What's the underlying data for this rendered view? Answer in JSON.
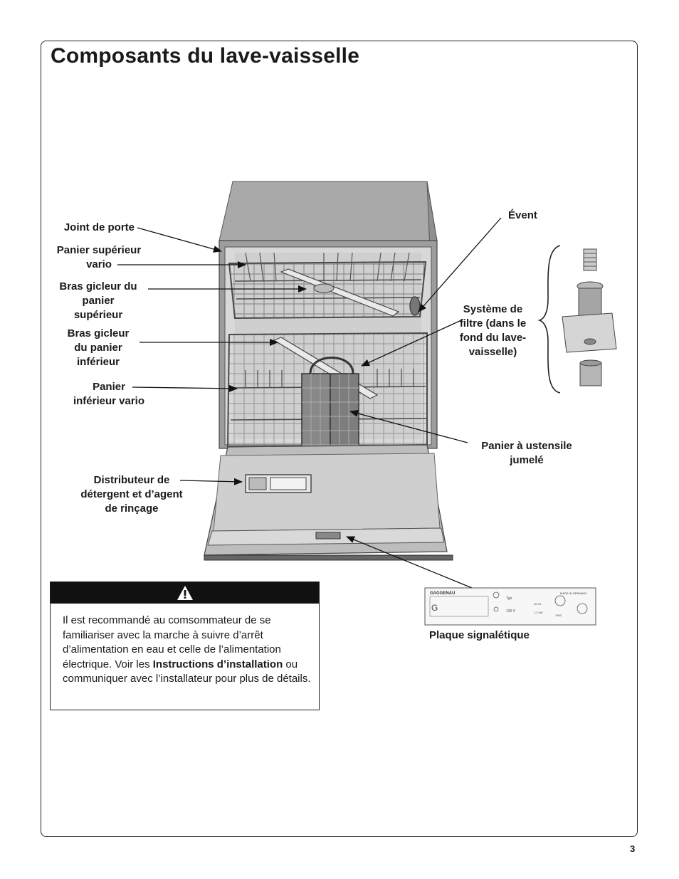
{
  "page": {
    "title": "Composants du lave-vaisselle",
    "page_number": "3"
  },
  "labels": {
    "joint_porte": "Joint de porte",
    "panier_superieur": "Panier  supérieur\nvario",
    "bras_superieur": "Bras gicleur du\npanier\nsupérieur",
    "bras_inferieur": "Bras gicleur\ndu panier\ninférieur",
    "panier_inferieur": "Panier\ninférieur  vario",
    "distributeur": "Distributeur  de\ndétergent  et  d’agent\nde  rinçage",
    "event": "Évent",
    "filtre": "Système de\nfiltre (dans le\nfond du lave-\nvaisselle)",
    "panier_ustensile": "Panier  à  ustensile\njumelé",
    "plaque": "Plaque  signalétique"
  },
  "rating_plate": {
    "brand": "GAGGENAU",
    "made_in": "MADE IN GERMANY",
    "model_prefix": "G",
    "typ": "Typ",
    "volt": "120 V",
    "hz": "60 Hz",
    "amps": "1.2 kW",
    "model_code": "7600"
  },
  "warning": {
    "pre": "Il est recommandé au comsommateur de se familiariser avec la marche à suivre d’arrêt d’alimentation en eau et celle de l’alimentation électrique. Voir les ",
    "bold": "Instructions d’installation",
    "post": " ou communiquer avec l’installateur pour plus de détails."
  },
  "icons": {
    "warning": "warning-triangle-icon"
  },
  "colors": {
    "cabinet_top": "#a9a9a9",
    "cabinet_side": "#8f8f8f",
    "interior": "#d8d8d8",
    "rack": "#5a5a5a",
    "door": "#bdbdbd",
    "warning_bar": "#111111"
  }
}
